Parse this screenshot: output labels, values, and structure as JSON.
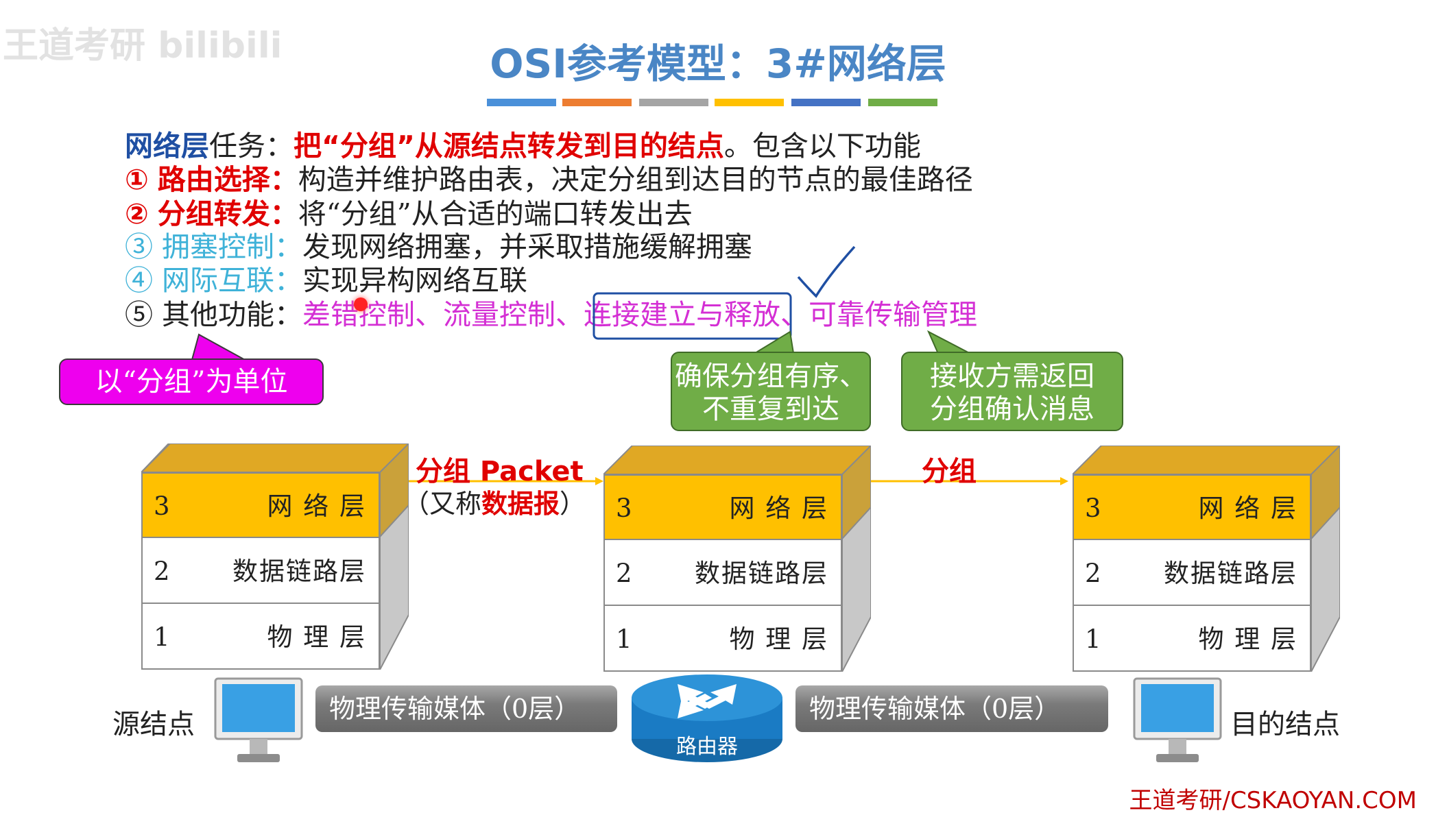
{
  "watermark": "王道考研 bilibili",
  "title": "OSI参考模型：3#网络层",
  "color_bars": [
    "#4a90d9",
    "#ed7d31",
    "#a5a5a5",
    "#ffc000",
    "#4472c4",
    "#70ad47"
  ],
  "task": {
    "layer": "网络层",
    "label": "任务：",
    "mission": "把“分组”从源结点转发到目的结点",
    "rest": "。包含以下功能"
  },
  "functions": [
    {
      "num": "①",
      "name": "路由选择：",
      "desc": "构造并维护路由表，决定分组到达目的节点的最佳路径"
    },
    {
      "num": "②",
      "name": "分组转发：",
      "desc": "将“分组”从合适的端口转发出去"
    },
    {
      "num": "③",
      "name": "拥塞控制：",
      "desc": "发现网络拥塞，并采取措施缓解拥塞"
    },
    {
      "num": "④",
      "name": "网际互联：",
      "desc": "实现异构网络互联"
    },
    {
      "num": "⑤",
      "name": "其他功能：",
      "desc_a": "差错控制、流量控制、",
      "desc_b": "连接建立与释放",
      "desc_c": "、可靠传输管理"
    }
  ],
  "callouts": {
    "unit": "以“分组”为单位",
    "connection_1": "确保分组有序、",
    "connection_2": "不重复到达",
    "reliable_1": "接收方需返回",
    "reliable_2": "分组确认消息"
  },
  "arrow_labels": {
    "packet": "分组 Packet",
    "aka_open": "（又称",
    "aka_word": "数据报",
    "aka_close": "）",
    "packet2": "分组"
  },
  "layers": [
    {
      "num": "3",
      "name": "网 络 层"
    },
    {
      "num": "2",
      "name": "数据链路层"
    },
    {
      "num": "1",
      "name": "物 理 层"
    }
  ],
  "media_label": "物理传输媒体（0层）",
  "router_label": "路由器",
  "source_label": "源结点",
  "dest_label": "目的结点",
  "footer": "王道考研/CSKAOYAN.COM",
  "icons": [
    "computer-icon",
    "router-icon",
    "checkmark-icon"
  ]
}
